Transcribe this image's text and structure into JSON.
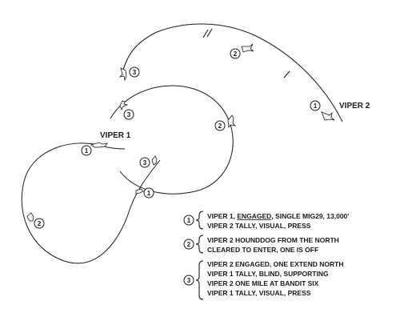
{
  "flight_labels": {
    "viper1": "VIPER 1",
    "viper2": "VIPER 2"
  },
  "markers": [
    "1",
    "2",
    "3"
  ],
  "legend": [
    {
      "number": "1",
      "lines": [
        {
          "pre": "VIPER 1, ",
          "underline": "ENGAGED",
          "post": ", SINGLE MIG29, 13,000'"
        },
        {
          "pre": "VIPER 2 TALLY, VISUAL, PRESS",
          "underline": "",
          "post": ""
        }
      ]
    },
    {
      "number": "2",
      "lines": [
        {
          "pre": "VIPER 2 HOUNDDOG FROM THE NORTH",
          "underline": "",
          "post": ""
        },
        {
          "pre": "CLEARED TO ENTER, ONE IS OFF",
          "underline": "",
          "post": ""
        }
      ]
    },
    {
      "number": "3",
      "lines": [
        {
          "pre": "VIPER 2 ENGAGED, ONE EXTEND NORTH",
          "underline": "",
          "post": ""
        },
        {
          "pre": "VIPER 1 TALLY, BLIND, SUPPORTING",
          "underline": "",
          "post": ""
        },
        {
          "pre": "VIPER 2 ONE MILE AT BANDIT SIX",
          "underline": "",
          "post": ""
        },
        {
          "pre": "VIPER 1 TALLY, VISUAL, PRESS",
          "underline": "",
          "post": ""
        }
      ]
    }
  ]
}
